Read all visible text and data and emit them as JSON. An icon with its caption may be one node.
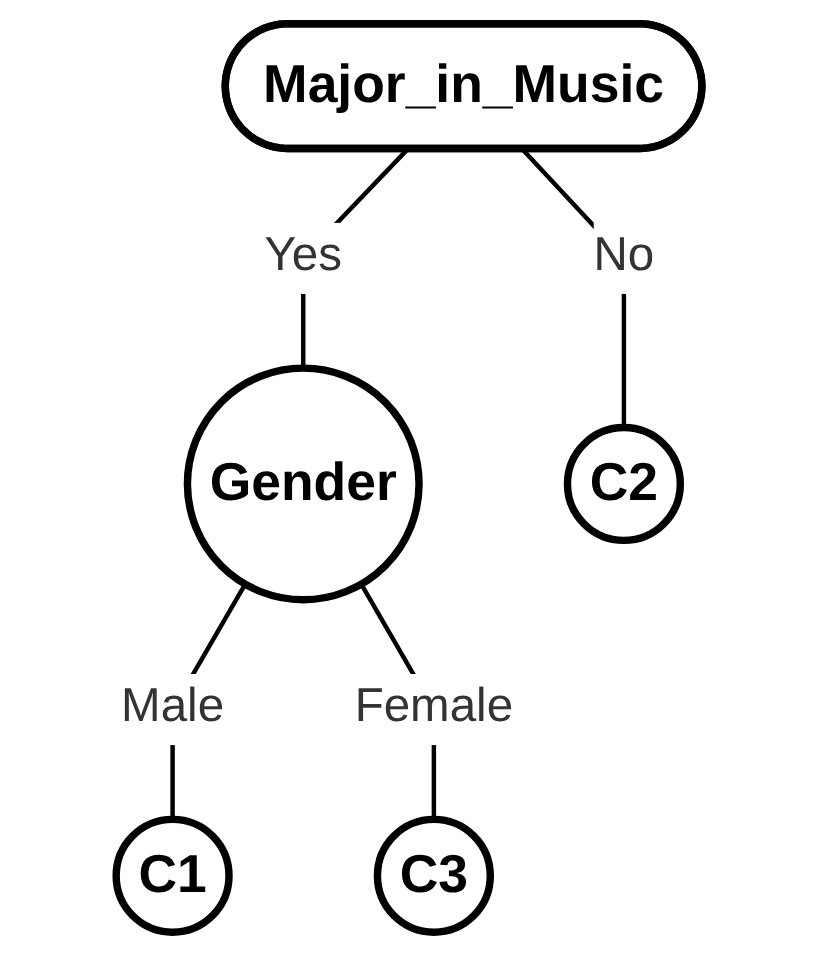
{
  "diagram": {
    "nodes": [
      {
        "text": [
          "Major_in_Music"
        ]
      },
      {
        "text": [
          "Gender"
        ]
      },
      {
        "text": [
          "C2"
        ]
      },
      {
        "text": [
          "C1"
        ]
      },
      {
        "text": [
          "C3"
        ]
      }
    ],
    "edges": [
      {
        "from": 0,
        "to": 1,
        "arrow": "none",
        "label": "Yes"
      },
      {
        "from": 0,
        "to": 2,
        "arrow": "none",
        "label": "No"
      },
      {
        "from": 1,
        "to": 3,
        "arrow": "none",
        "label": "Male"
      },
      {
        "from": 1,
        "to": 4,
        "arrow": "none",
        "label": "Female"
      }
    ]
  }
}
